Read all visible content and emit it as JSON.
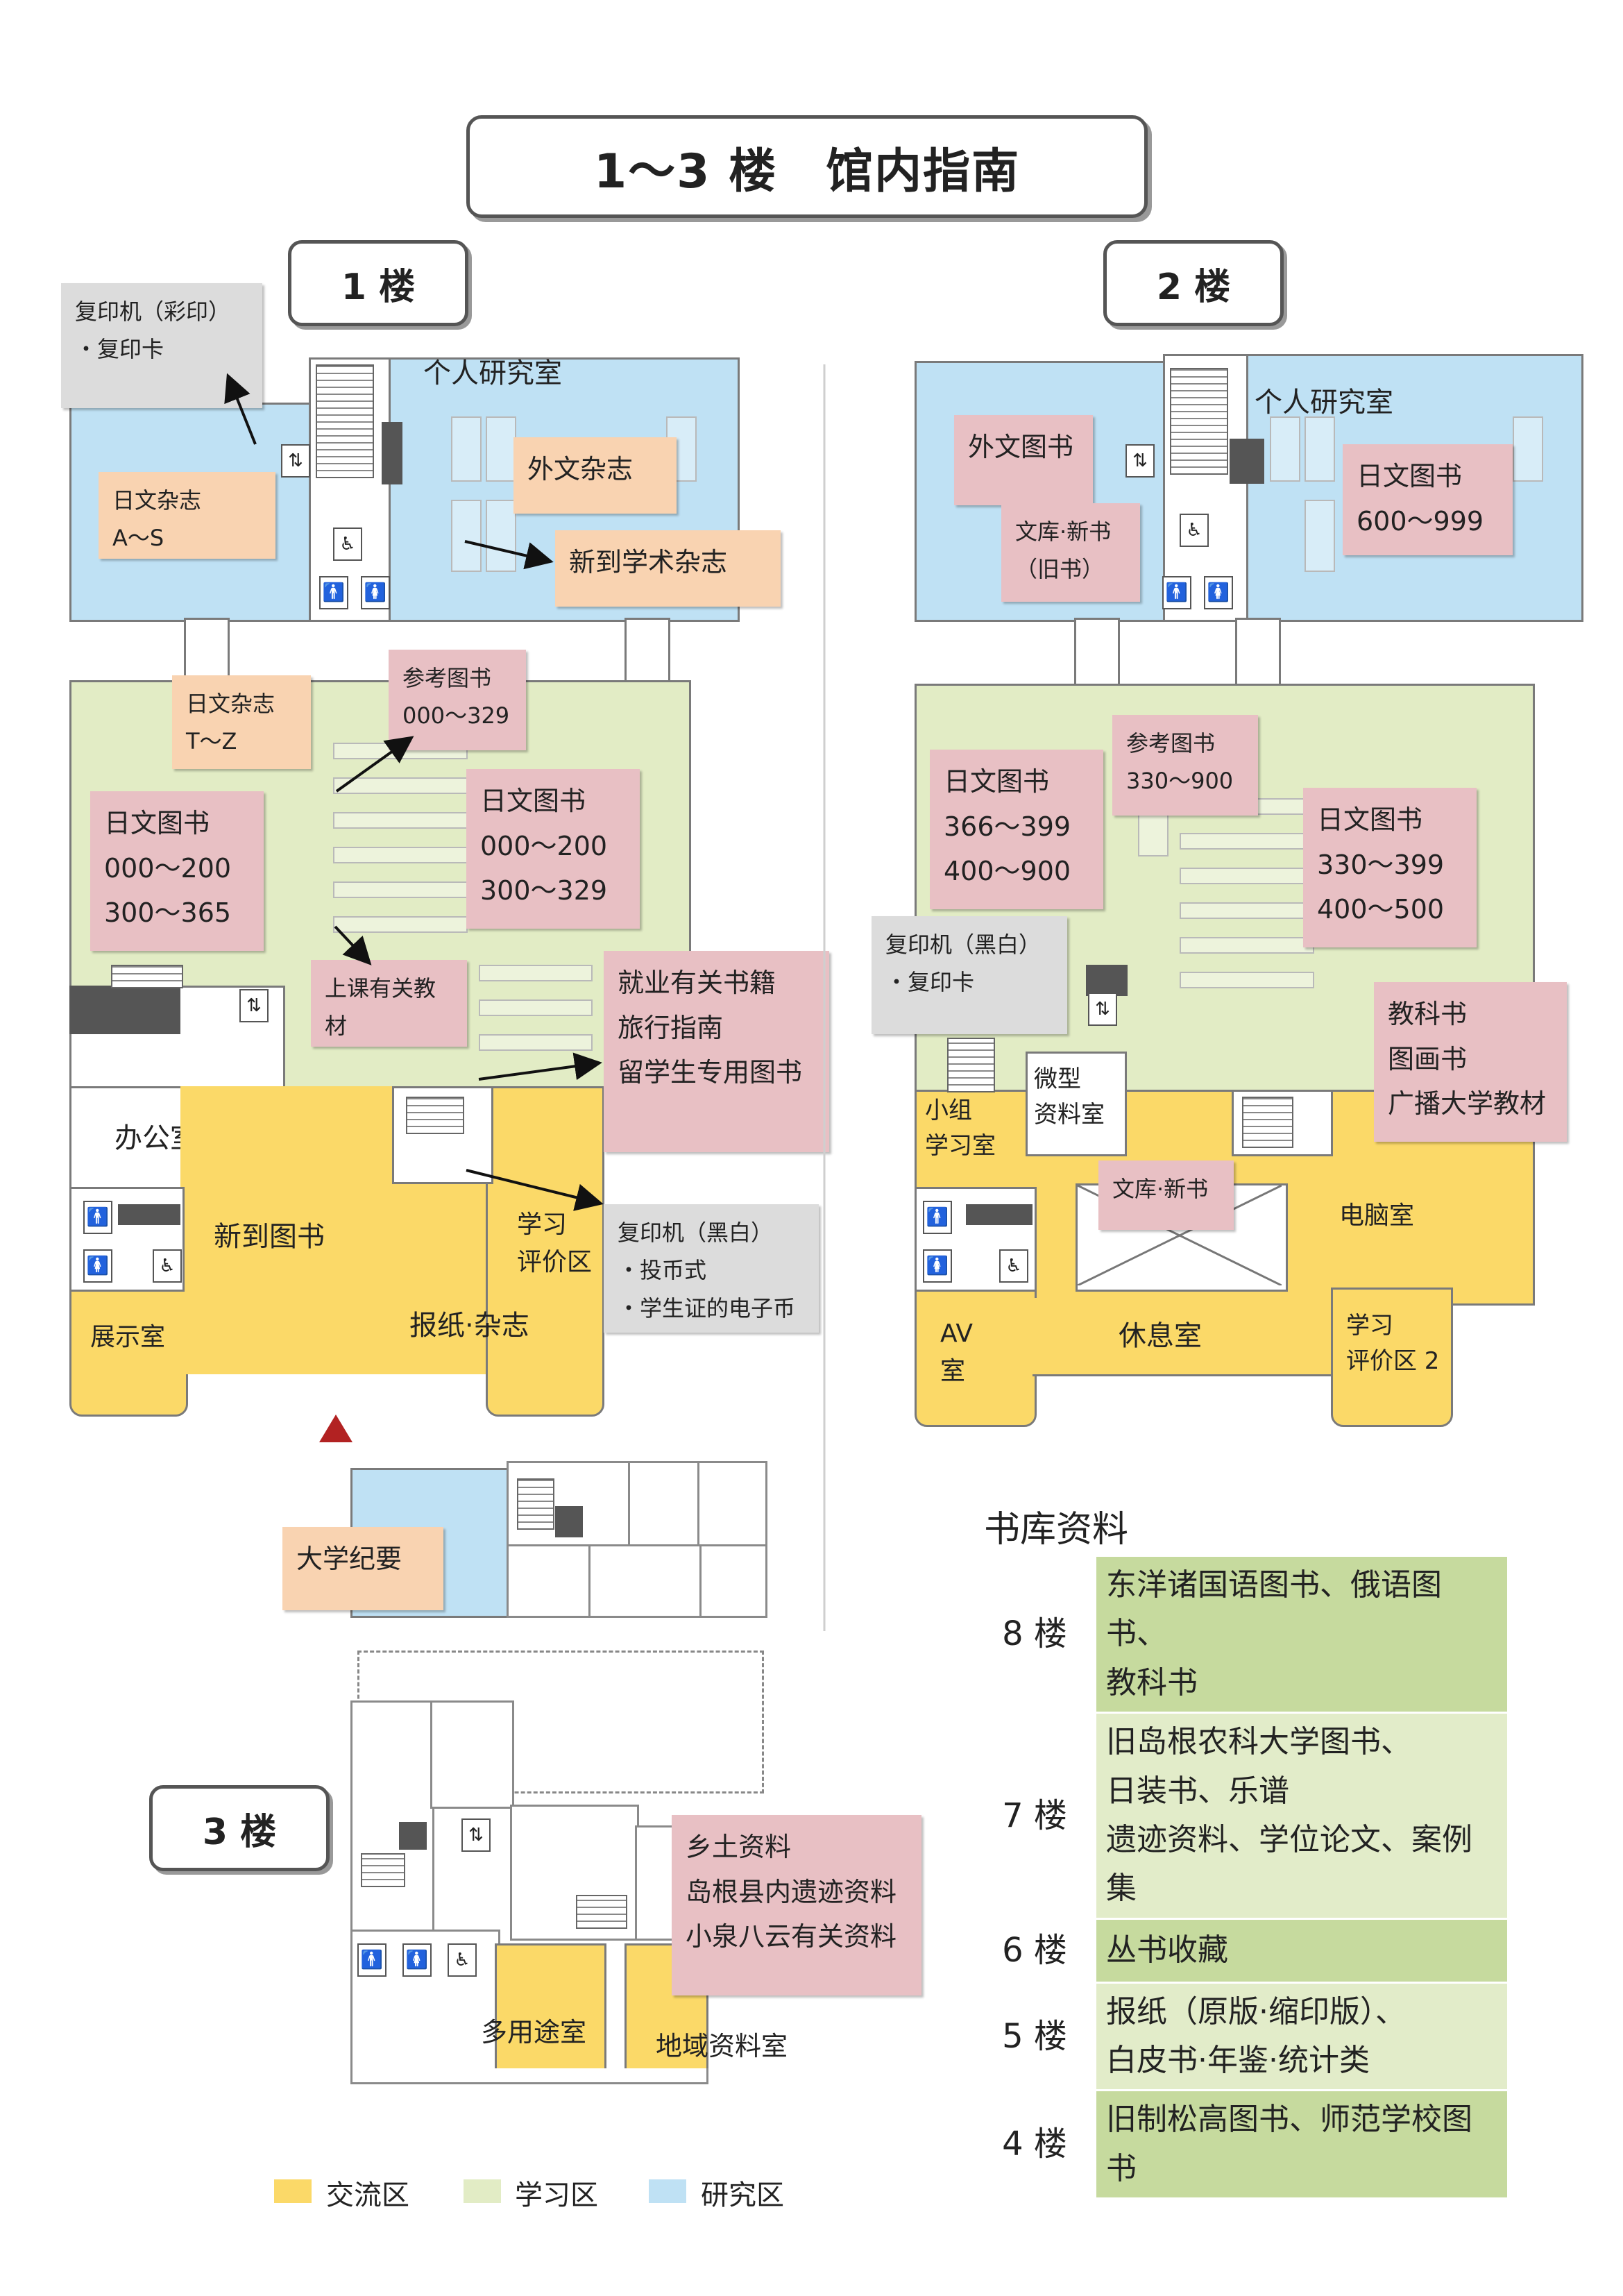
{
  "title": "1～3 楼　馆内指南",
  "floor1": {
    "label": "1 楼",
    "rooms": {
      "private_study": "个人研究室",
      "office": "办公室",
      "new_books": "新到图书",
      "exhibition": "展示室",
      "newspapers": "报纸·杂志",
      "study_eval": "学习\n评价区"
    },
    "boxes": {
      "copier_color": "复印机（彩印）\n・复印卡",
      "jp_mag_as": "日文杂志\nA～S",
      "foreign_mag": "外文杂志",
      "new_academic_mag": "新到学术杂志",
      "jp_mag_tz": "日文杂志\nT～Z",
      "reference": "参考图书\n000～329",
      "jp_books_a": "日文图书\n000～200\n300～365",
      "jp_books_b": "日文图书\n000～200\n300～329",
      "course_materials": "上课有关教材",
      "career_books": "就业有关书籍\n旅行指南\n留学生专用图书",
      "copier_bw": "复印机（黑白）\n・投币式\n・学生证的电子币"
    }
  },
  "floor2": {
    "label": "2 楼",
    "rooms": {
      "private_study": "个人研究室",
      "group_study": "小组\n学习室",
      "microfilm": "微型\n资料室",
      "computer": "电脑室",
      "av": "AV\n室",
      "lounge": "休息室",
      "study_eval2": "学习\n评价区 2"
    },
    "boxes": {
      "foreign_books": "外文图书",
      "bunko_old": "文库·新书\n（旧书）",
      "jp_books_600": "日文图书\n600～999",
      "reference": "参考图书\n330～900",
      "jp_books_366": "日文图书\n366～399\n400～900",
      "jp_books_330": "日文图书\n330～399\n400～500",
      "copier_bw": "复印机（黑白）\n・复印卡",
      "textbooks": "教科书\n图画书\n广播大学教材",
      "bunko": "文库·新书"
    }
  },
  "floor3": {
    "label": "3 楼",
    "rooms": {
      "multi_purpose": "多用途室",
      "regional": "地域资料室"
    },
    "boxes": {
      "univ_bulletin": "大学纪要",
      "local_materials": "乡土资料\n岛根县内遗迹资料\n小泉八云有关资料"
    }
  },
  "stacks": {
    "title": "书库资料",
    "rows": [
      {
        "floor": "8 楼",
        "desc": "东洋诸国语图书、俄语图书、\n教科书"
      },
      {
        "floor": "7 楼",
        "desc": "旧岛根农科大学图书、\n日装书、乐谱\n遗迹资料、学位论文、案例集"
      },
      {
        "floor": "6 楼",
        "desc": "丛书收藏"
      },
      {
        "floor": "5 楼",
        "desc": "报纸（原版·缩印版）、\n白皮书·年鉴·统计类"
      },
      {
        "floor": "4 楼",
        "desc": "旧制松高图书、师范学校图书"
      }
    ]
  },
  "legend": [
    {
      "label": "交流区",
      "color": "#fbd968"
    },
    {
      "label": "学习区",
      "color": "#e2ecc5"
    },
    {
      "label": "研究区",
      "color": "#bfe1f4"
    }
  ],
  "colors": {
    "exchange": "#fbd968",
    "study": "#e2ecc5",
    "research": "#bfe1f4",
    "label_pink": "#e8c0c4",
    "label_orange": "#f9d3b1",
    "label_gray": "#dcdcdc",
    "entrance": "#b22222"
  },
  "icons": [
    "restroom-icon",
    "elevator-icon",
    "stairs-icon",
    "entrance-icon",
    "arrow-icon"
  ]
}
